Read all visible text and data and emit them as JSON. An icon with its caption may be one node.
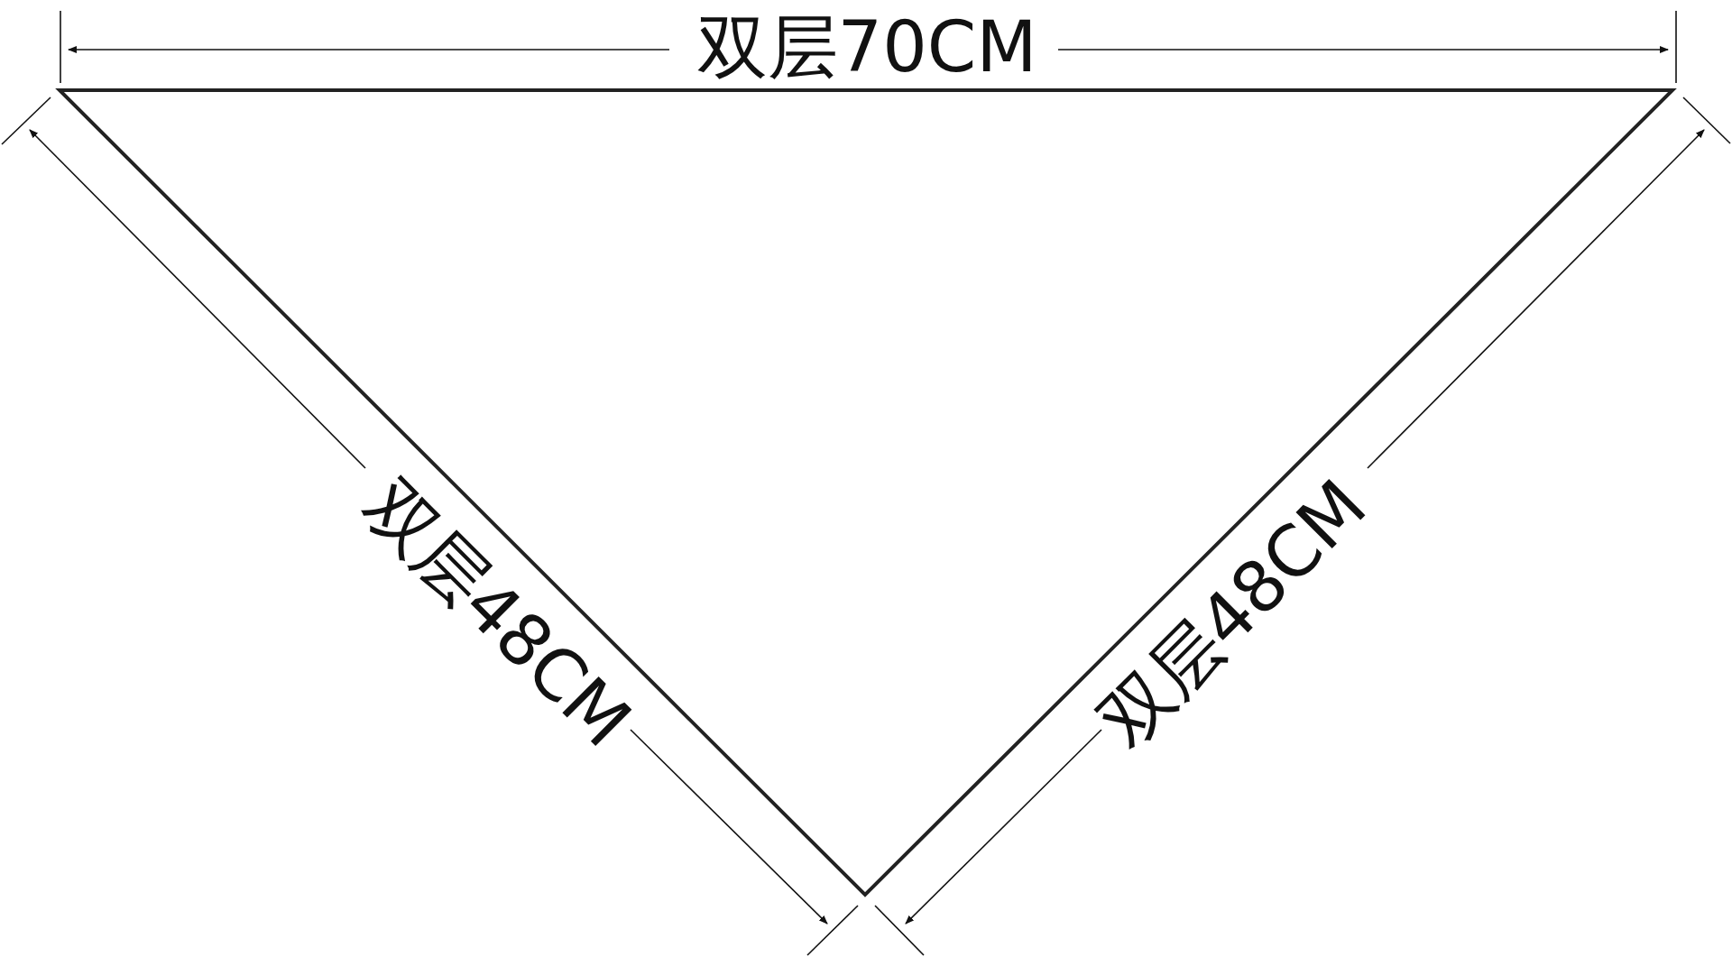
{
  "diagram": {
    "labels": [
      "双层70CM",
      "双层48CM",
      "双层48CM"
    ]
  }
}
